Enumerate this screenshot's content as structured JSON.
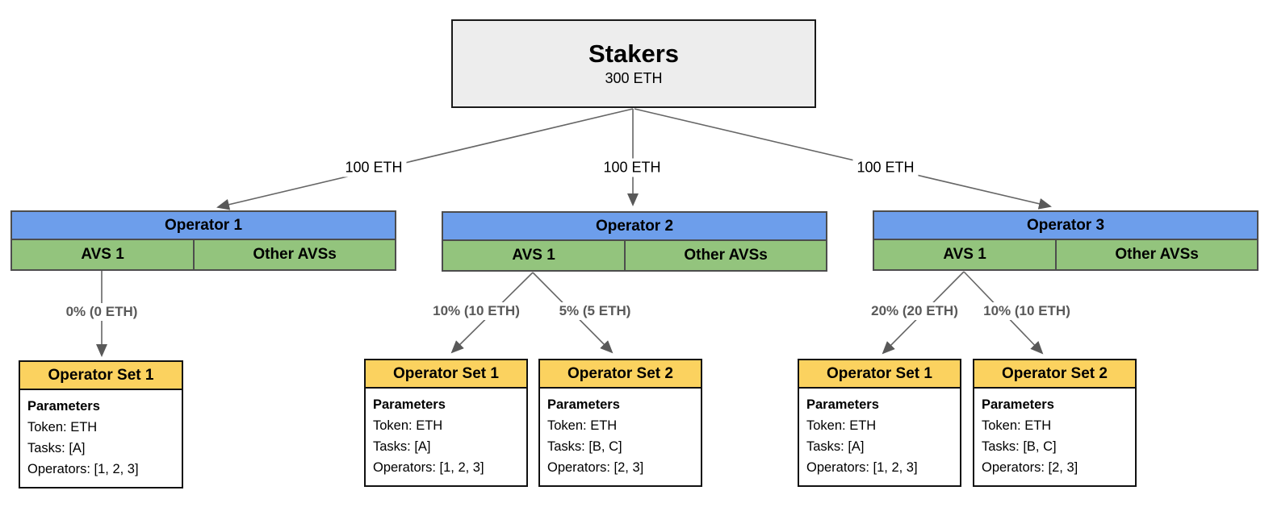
{
  "diagram": {
    "stakers": {
      "title": "Stakers",
      "subtitle": "300 ETH"
    },
    "edge_labels": {
      "to_op1": "100 ETH",
      "to_op2": "100 ETH",
      "to_op3": "100 ETH",
      "op1_set1": "0% (0 ETH)",
      "op2_set1": "10% (10 ETH)",
      "op2_set2": "5% (5 ETH)",
      "op3_set1": "20% (20 ETH)",
      "op3_set2": "10% (10 ETH)"
    },
    "operators": [
      {
        "title": "Operator 1",
        "avs": "AVS 1",
        "other": "Other AVSs"
      },
      {
        "title": "Operator 2",
        "avs": "AVS 1",
        "other": "Other AVSs"
      },
      {
        "title": "Operator 3",
        "avs": "AVS 1",
        "other": "Other AVSs"
      }
    ],
    "operator_sets": [
      {
        "title": "Operator Set 1",
        "params_label": "Parameters",
        "token": "Token: ETH",
        "tasks": "Tasks: [A]",
        "operators": "Operators: [1, 2, 3]"
      },
      {
        "title": "Operator Set 1",
        "params_label": "Parameters",
        "token": "Token: ETH",
        "tasks": "Tasks: [A]",
        "operators": "Operators: [1, 2, 3]"
      },
      {
        "title": "Operator Set 2",
        "params_label": "Parameters",
        "token": "Token: ETH",
        "tasks": "Tasks: [B, C]",
        "operators": "Operators: [2, 3]"
      },
      {
        "title": "Operator Set 1",
        "params_label": "Parameters",
        "token": "Token: ETH",
        "tasks": "Tasks: [A]",
        "operators": "Operators: [1, 2, 3]"
      },
      {
        "title": "Operator Set 2",
        "params_label": "Parameters",
        "token": "Token: ETH",
        "tasks": "Tasks: [B, C]",
        "operators": "Operators: [2, 3]"
      }
    ],
    "colors": {
      "stakers_fill": "#ededed",
      "operator_header_fill": "#6d9eeb",
      "avs_fill": "#93c47d",
      "operator_set_header_fill": "#fbd25f",
      "connector": "#666666",
      "arrowhead": "#595959",
      "percent_label_text": "#595959"
    }
  }
}
